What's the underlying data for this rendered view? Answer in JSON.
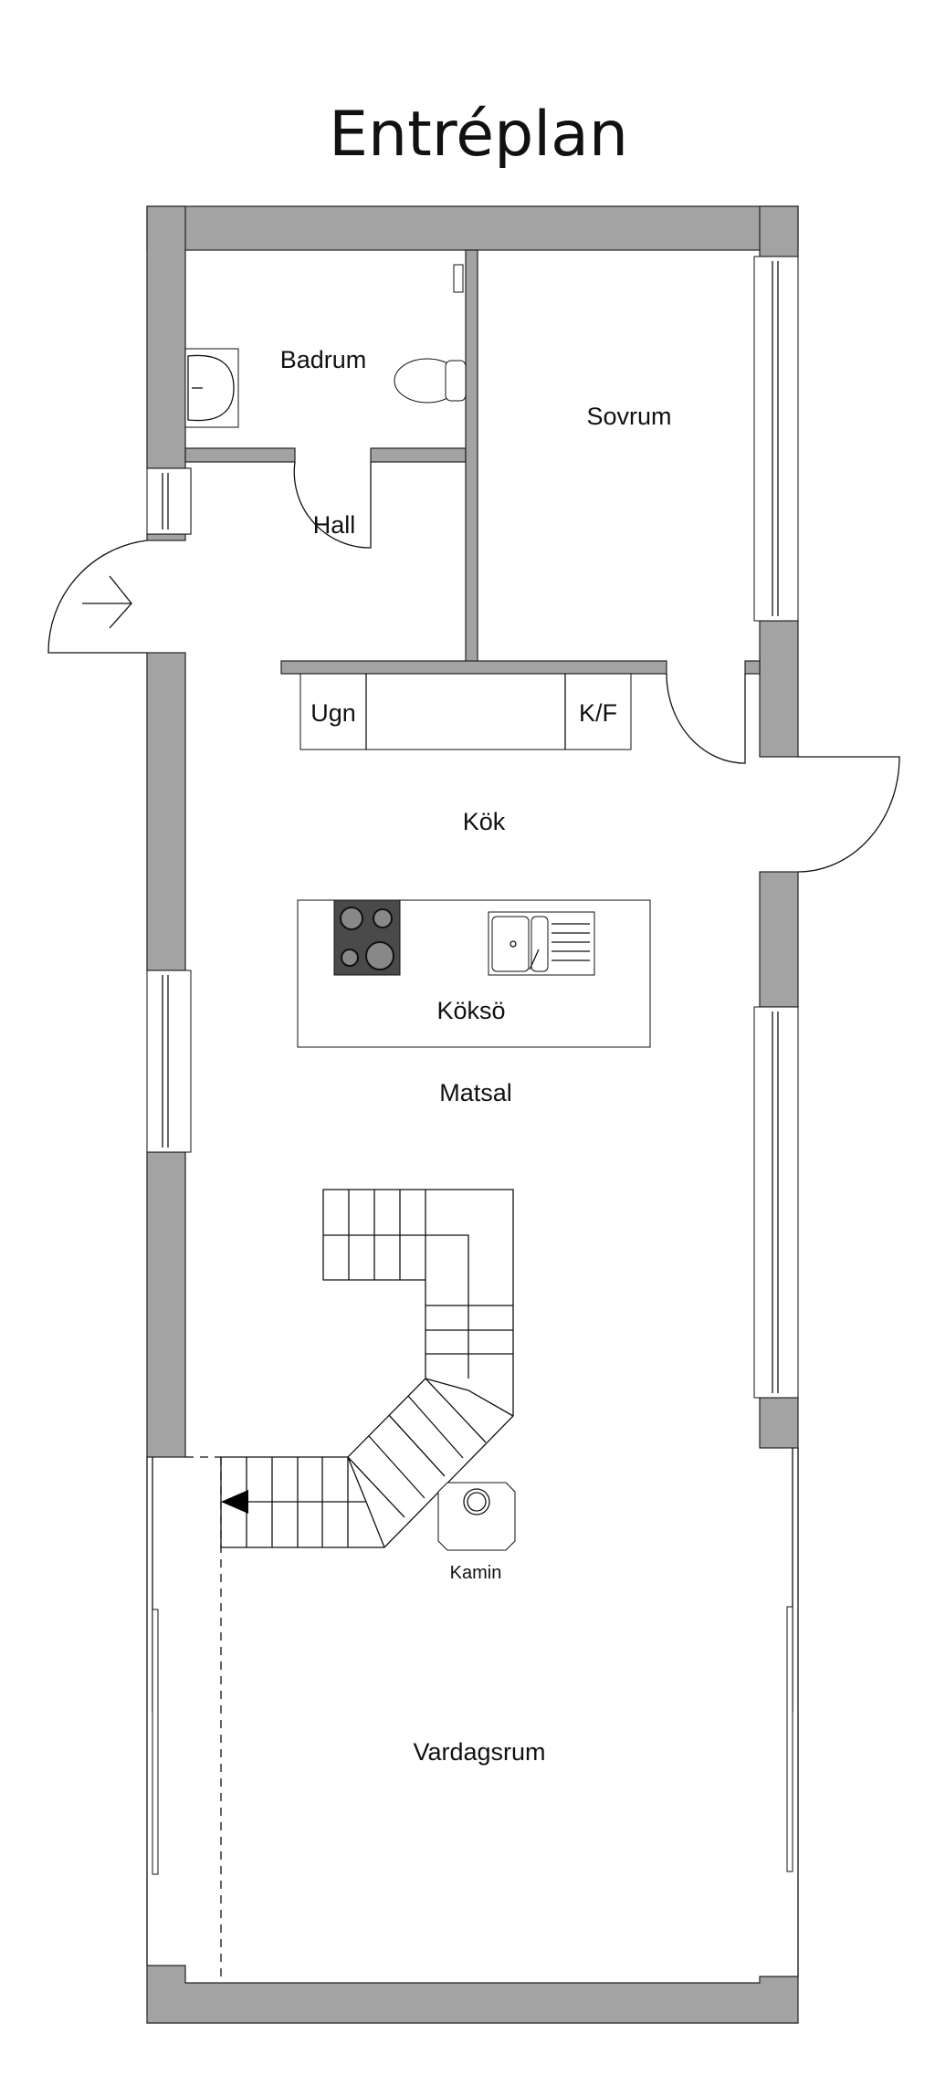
{
  "title": "Entréplan",
  "rooms": {
    "badrum": "Badrum",
    "sovrum": "Sovrum",
    "hall": "Hall",
    "kok": "Kök",
    "koksö": "Köksö",
    "matsal": "Matsal",
    "vardagsrum": "Vardagsrum"
  },
  "fixtures": {
    "ugn": "Ugn",
    "kf": "K/F",
    "kamin": "Kamin"
  },
  "colors": {
    "wall": "#a3a3a3",
    "line": "#111111"
  }
}
